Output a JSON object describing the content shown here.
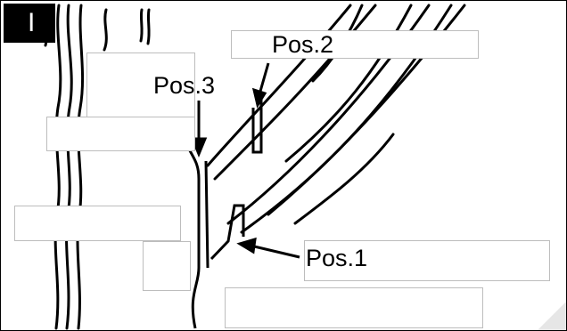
{
  "panel_label": "I",
  "labels": {
    "pos1": "Pos.1",
    "pos2": "Pos.2",
    "pos3": "Pos.3"
  }
}
